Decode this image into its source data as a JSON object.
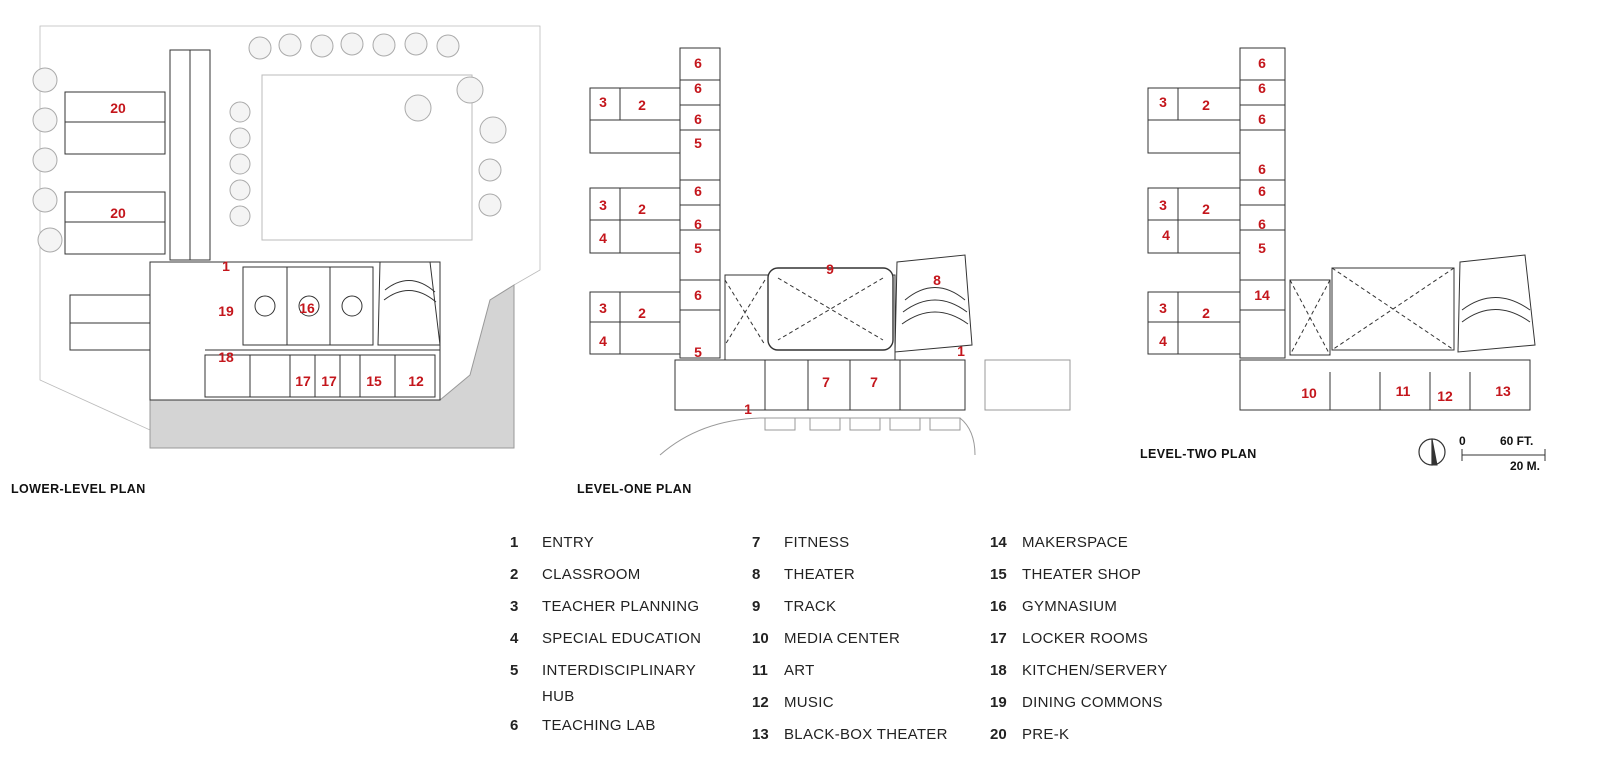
{
  "plans": {
    "lower": "LOWER-LEVEL PLAN",
    "level_one": "LEVEL-ONE PLAN",
    "level_two": "LEVEL-TWO PLAN"
  },
  "scale": {
    "zero": "0",
    "feet": "60 FT.",
    "meters": "20 M."
  },
  "colors": {
    "label_red": "#c4161c",
    "line": "#333333",
    "ground": "#d4d4d4",
    "wall_fill": "#ffffff"
  },
  "legend": [
    {
      "num": "1",
      "label": "ENTRY"
    },
    {
      "num": "2",
      "label": "CLASSROOM"
    },
    {
      "num": "3",
      "label": "TEACHER PLANNING"
    },
    {
      "num": "4",
      "label": "SPECIAL EDUCATION"
    },
    {
      "num": "5",
      "label": "INTERDISCIPLINARY HUB"
    },
    {
      "num": "6",
      "label": "TEACHING LAB"
    },
    {
      "num": "7",
      "label": "FITNESS"
    },
    {
      "num": "8",
      "label": "THEATER"
    },
    {
      "num": "9",
      "label": "TRACK"
    },
    {
      "num": "10",
      "label": "MEDIA CENTER"
    },
    {
      "num": "11",
      "label": "ART"
    },
    {
      "num": "12",
      "label": "MUSIC"
    },
    {
      "num": "13",
      "label": "BLACK-BOX THEATER"
    },
    {
      "num": "14",
      "label": "MAKERSPACE"
    },
    {
      "num": "15",
      "label": "THEATER SHOP"
    },
    {
      "num": "16",
      "label": "GYMNASIUM"
    },
    {
      "num": "17",
      "label": "LOCKER ROOMS"
    },
    {
      "num": "18",
      "label": "KITCHEN/SERVERY"
    },
    {
      "num": "19",
      "label": "DINING COMMONS"
    },
    {
      "num": "20",
      "label": "PRE-K"
    }
  ],
  "room_labels": {
    "lower": [
      "20",
      "20",
      "1",
      "19",
      "16",
      "18",
      "17",
      "17",
      "15",
      "12"
    ],
    "level_one": [
      "6",
      "3",
      "2",
      "6",
      "6",
      "5",
      "3",
      "2",
      "6",
      "4",
      "6",
      "5",
      "9",
      "8",
      "3",
      "2",
      "6",
      "4",
      "5",
      "1",
      "7",
      "7",
      "1"
    ],
    "level_two": [
      "6",
      "3",
      "2",
      "6",
      "6",
      "6",
      "6",
      "3",
      "2",
      "6",
      "4",
      "5",
      "14",
      "3",
      "2",
      "4",
      "10",
      "11",
      "12",
      "13"
    ]
  }
}
